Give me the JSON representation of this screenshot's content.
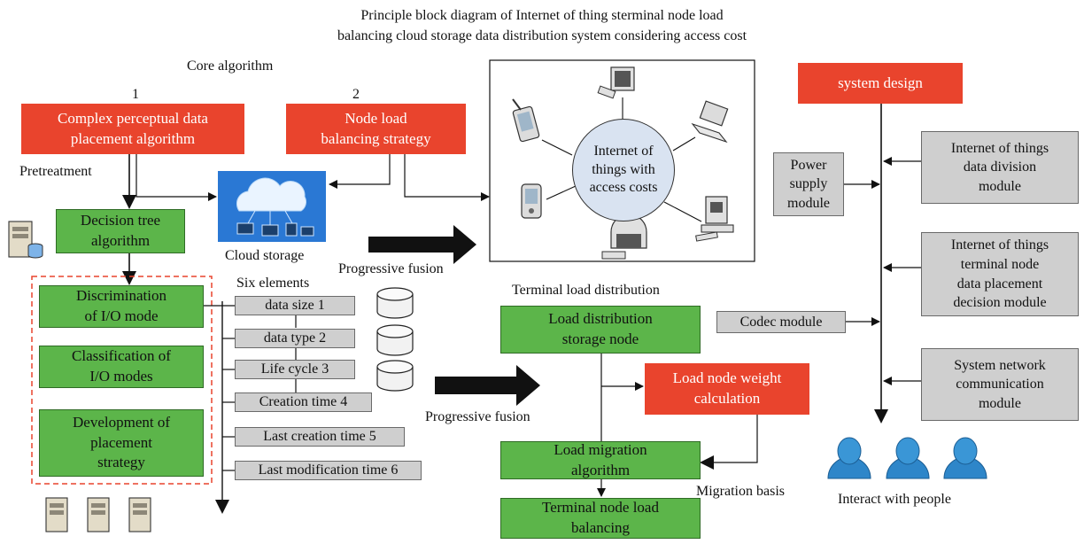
{
  "title": "Principle block diagram of Internet of thing sterminal node load\nbalancing cloud storage data distribution system considering access cost",
  "core_algorithm": {
    "label": "Core algorithm",
    "num1": "1",
    "num2": "2",
    "algo1": "Complex perceptual data\nplacement algorithm",
    "algo2": "Node load\nbalancing strategy"
  },
  "pretreatment": "Pretreatment",
  "decision_tree": "Decision tree\nalgorithm",
  "cloud_storage": "Cloud storage",
  "iot_center": "Internet of\nthings with\naccess costs",
  "progressive_fusion_top": "Progressive fusion",
  "progressive_fusion_mid": "Progressive fusion",
  "six_elements": {
    "label": "Six elements",
    "items": [
      "data size 1",
      "data type 2",
      "Life cycle 3",
      "Creation time 4",
      "Last creation time 5",
      "Last modification time 6"
    ]
  },
  "io": {
    "discrimination": "Discrimination\nof I/O mode",
    "classification": "Classification of\nI/O modes",
    "development": "Development of\nplacement\nstrategy"
  },
  "terminal_load": {
    "label": "Terminal load distribution",
    "storage_node": "Load distribution\nstorage node",
    "weight_calc": "Load node weight\ncalculation",
    "migration_algo": "Load migration\nalgorithm",
    "migration_basis": "Migration basis",
    "balancing": "Terminal node load\nbalancing"
  },
  "system": {
    "design": "system design",
    "power": "Power\nsupply\nmodule",
    "data_division": "Internet of things\ndata division\nmodule",
    "placement_decision": "Internet of things\nterminal node\ndata placement\ndecision module",
    "codec": "Codec module",
    "network": "System network\ncommunication\nmodule",
    "interact": "Interact with people"
  },
  "icons": [
    "server-icon",
    "database-icon",
    "phone-icon",
    "pc-icon",
    "laptop-icon",
    "pda-icon",
    "desktop-icon",
    "person-icon"
  ]
}
